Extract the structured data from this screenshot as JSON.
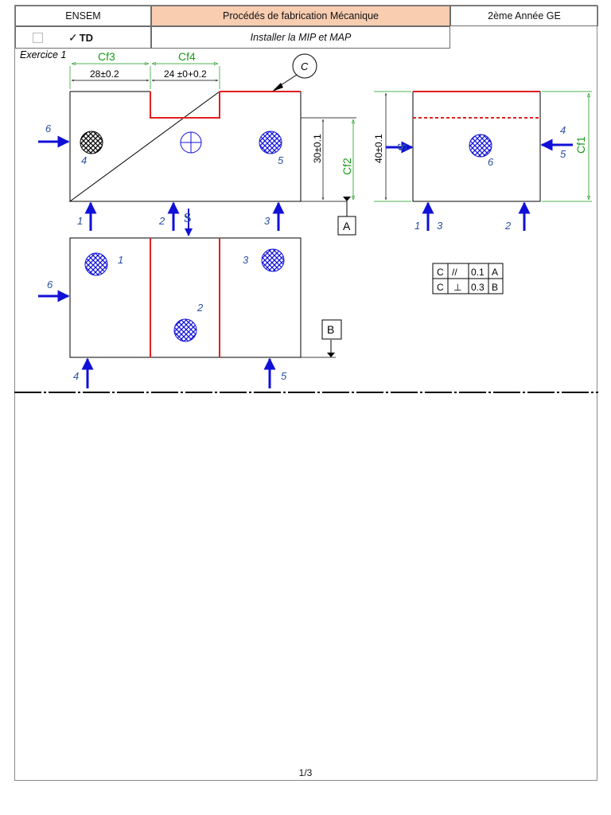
{
  "header": {
    "school": "ENSEM",
    "course": "Procédés de fabrication Mécanique",
    "year": "2ème Année GE",
    "checkmark": "✓",
    "session_type": "TD",
    "subtitle": "Installer la MIP et MAP"
  },
  "exercise1": {
    "title": "Exercice 1",
    "dims": {
      "cf3": "Cf3",
      "cf4": "Cf4",
      "d1": "28±0.2",
      "d2": "24 ±0+0.2",
      "d3": "30±0.1",
      "d4": "40±0.1",
      "cf1": "Cf1",
      "cf2": "Cf2"
    },
    "surface_label": "C",
    "datums": [
      "A",
      "B"
    ],
    "points": [
      "1",
      "2",
      "3",
      "4",
      "5",
      "6"
    ],
    "clamp_label": "S",
    "tolerance_frames": [
      {
        "surface": "C",
        "symbol": "//",
        "value": "0.1",
        "datum": "A"
      },
      {
        "surface": "C",
        "symbol": "⊥",
        "value": "0.3",
        "datum": "B"
      }
    ]
  },
  "footer": {
    "page": "1/3"
  },
  "colors": {
    "profile": "#e02020",
    "dimension": "#1a9a1a",
    "locator": "#1010d8",
    "label": "#2a4fa0",
    "header_fill": "#f8cdb0"
  }
}
